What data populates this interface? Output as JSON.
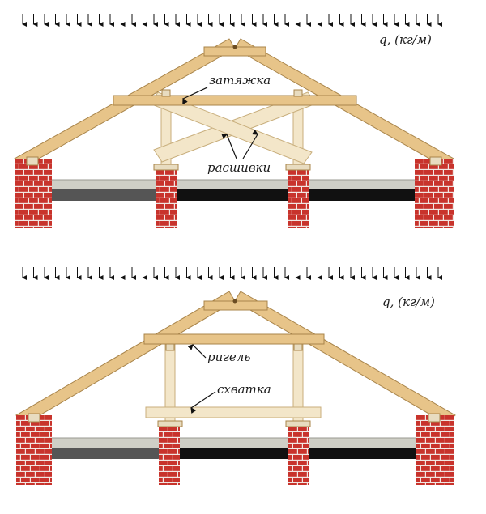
{
  "colors": {
    "timber": "#e7c489",
    "timber_stroke": "#a8844a",
    "timber_light": "#f3e6c9",
    "brick": "#c8332c",
    "mortar": "#f1e6e2",
    "slab": "#cfcfc6",
    "beam": "#111111",
    "pipe": "#555555",
    "arrow": "#111111"
  },
  "icons": [
    "load-arrow-icon",
    "leader-arrow-icon"
  ],
  "diagrams": [
    {
      "id": "tie-beam",
      "load_label": "q, (кг/м)",
      "labels": {
        "tie": "затяжка",
        "braces": "расшивки"
      }
    },
    {
      "id": "collar-beam",
      "load_label": "q, (кг/м)",
      "labels": {
        "crossbar": "ригель",
        "clamp": "схватка"
      }
    }
  ]
}
